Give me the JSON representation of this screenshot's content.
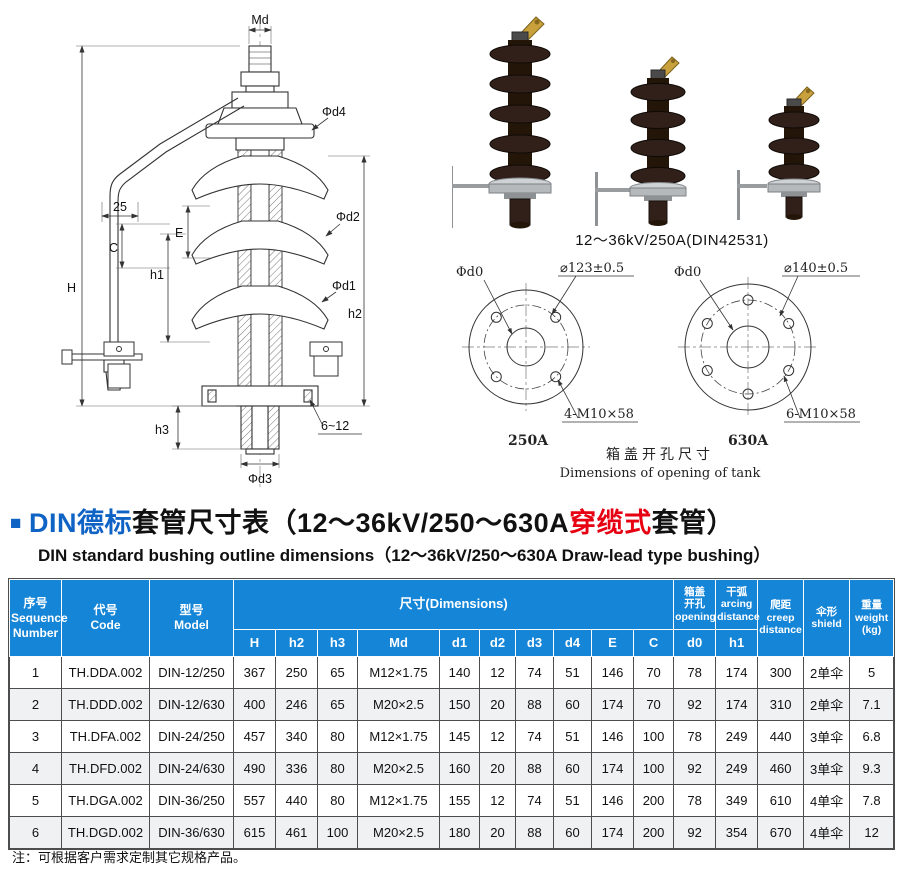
{
  "colors": {
    "header_blue": "#1585d8",
    "title_blue": "#0e63c4",
    "accent_red": "#e60012"
  },
  "drawing": {
    "labels": {
      "md": "Md",
      "h": "H",
      "n25": "25",
      "c": "C",
      "e": "E",
      "h1": "h1",
      "h2": "h2",
      "h3": "h3",
      "d4": "Φd4",
      "d2": "Φd2",
      "d1": "Φd1",
      "d3": "Φd3",
      "flange_holes": "6~12"
    }
  },
  "photos": {
    "caption": "12～36kV/250A(DIN42531)"
  },
  "hole_patterns": [
    {
      "center_label": "Φd0",
      "bolt_circle_dia": "⌀123±0.5",
      "bolt_spec": "4-M10×58",
      "name": "250A"
    },
    {
      "center_label": "Φd0",
      "bolt_circle_dia": "⌀140±0.5",
      "bolt_spec": "6-M10×58",
      "name": "630A"
    }
  ],
  "tank_caption": {
    "zh": "箱盖开孔尺寸",
    "en": "Dimensions of opening of tank"
  },
  "title": {
    "bullet": "■",
    "blue": "DIN德标",
    "black1": "套管尺寸表（12～36kV/250～630A",
    "red": "穿缆式",
    "black2": "套管）",
    "subtitle": "DIN standard bushing outline dimensions（12～36kV/250～630A Draw-lead type bushing）"
  },
  "table": {
    "headers": {
      "seq": "序号\nSequence\nNumber",
      "code": "代号\nCode",
      "model": "型号\nModel",
      "dimensions": "尺寸(Dimensions)",
      "dim_cols": [
        "H",
        "h2",
        "h3",
        "Md",
        "d1",
        "d2",
        "d3",
        "d4",
        "E",
        "C"
      ],
      "opening": "箱盖\n开孔\nopening",
      "opening_col": "d0",
      "arcing": "干弧\narcing\ndistance",
      "arcing_col": "h1",
      "creep": "爬距\ncreep\ndistance",
      "shield": "伞形\nshield",
      "weight": "重量\nweight\n(kg)"
    },
    "rows": [
      [
        "1",
        "TH.DDA.002",
        "DIN-12/250",
        "367",
        "250",
        "65",
        "M12×1.75",
        "140",
        "12",
        "74",
        "51",
        "146",
        "70",
        "78",
        "174",
        "300",
        "2单伞",
        "5"
      ],
      [
        "2",
        "TH.DDD.002",
        "DIN-12/630",
        "400",
        "246",
        "65",
        "M20×2.5",
        "150",
        "20",
        "88",
        "60",
        "174",
        "70",
        "92",
        "174",
        "310",
        "2单伞",
        "7.1"
      ],
      [
        "3",
        "TH.DFA.002",
        "DIN-24/250",
        "457",
        "340",
        "80",
        "M12×1.75",
        "145",
        "12",
        "74",
        "51",
        "146",
        "100",
        "78",
        "249",
        "440",
        "3单伞",
        "6.8"
      ],
      [
        "4",
        "TH.DFD.002",
        "DIN-24/630",
        "490",
        "336",
        "80",
        "M20×2.5",
        "160",
        "20",
        "88",
        "60",
        "174",
        "100",
        "92",
        "249",
        "460",
        "3单伞",
        "9.3"
      ],
      [
        "5",
        "TH.DGA.002",
        "DIN-36/250",
        "557",
        "440",
        "80",
        "M12×1.75",
        "155",
        "12",
        "74",
        "51",
        "146",
        "200",
        "78",
        "349",
        "610",
        "4单伞",
        "7.8"
      ],
      [
        "6",
        "TH.DGD.002",
        "DIN-36/630",
        "615",
        "461",
        "100",
        "M20×2.5",
        "180",
        "20",
        "88",
        "60",
        "174",
        "200",
        "92",
        "354",
        "670",
        "4单伞",
        "12"
      ]
    ]
  },
  "footnote": "注：可根据客户需求定制其它规格产品。"
}
